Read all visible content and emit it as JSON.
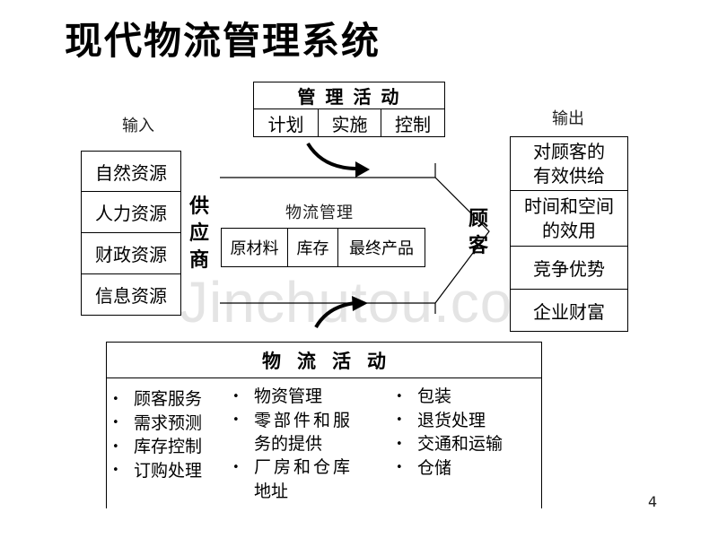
{
  "title": "现代物流管理系统",
  "labels": {
    "input": "输入",
    "output": "输出",
    "supplier": [
      "供",
      "应",
      "商"
    ],
    "customer": [
      "顾",
      "客"
    ],
    "logistics_mgmt": "物流管理"
  },
  "input_resources": [
    "自然资源",
    "人力资源",
    "财政资源",
    "信息资源"
  ],
  "management_activities": {
    "title": "管 理 活 动",
    "items": [
      "计划",
      "实施",
      "控制"
    ]
  },
  "logistics_flow": [
    "原材料",
    "库存",
    "最终产品"
  ],
  "outputs": [
    [
      "对顾客的",
      "有效供给"
    ],
    [
      "时间和空间",
      "的效用"
    ],
    [
      "竞争优势"
    ],
    [
      "企业财富"
    ]
  ],
  "logistics_activities": {
    "title": "物流活动",
    "col1": [
      "顾客服务",
      "需求预测",
      "库存控制",
      "订购处理"
    ],
    "col2": [
      [
        "物资管理"
      ],
      [
        "零部件和服",
        "务的提供"
      ],
      [
        "厂房和仓库",
        "地址"
      ]
    ],
    "col3": [
      "包装",
      "退货处理",
      "交通和运输",
      "仓储"
    ]
  },
  "page_number": "4",
  "watermark": "Jinchutou.com",
  "icons": {
    "bullet": "bullet-icon",
    "arrow": "curved-arrow-icon"
  }
}
